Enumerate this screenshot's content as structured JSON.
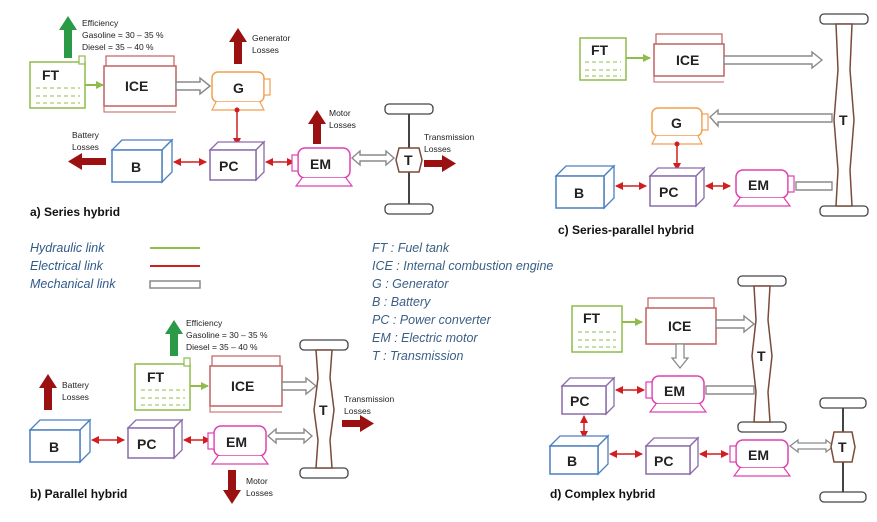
{
  "colors": {
    "hydraulic": "#8fbc4a",
    "electrical": "#d11f1f",
    "mechanical": "#8a8a8a",
    "arrow_up": "#2a9a46",
    "arrow_loss": "#9b1010",
    "ice": "#c06060",
    "generator": "#f0a050",
    "battery": "#4a7fc0",
    "pc": "#8a6aaa",
    "em": "#e040b0",
    "ft": "#8fbc4a",
    "trans": "#7a4a3a"
  },
  "blocks": {
    "ft": "FT",
    "ice": "ICE",
    "g": "G",
    "b": "B",
    "pc": "PC",
    "em": "EM",
    "t": "T"
  },
  "series": {
    "efficiency_title": "Efficiency",
    "efficiency_gasoline": "Gasoline = 30 – 35 %",
    "efficiency_diesel": "Diesel = 35 – 40 %",
    "generator_losses_1": "Generator",
    "generator_losses_2": "Losses",
    "battery_losses_1": "Battery",
    "battery_losses_2": "Losses",
    "motor_losses_1": "Motor",
    "motor_losses_2": "Losses",
    "transmission_losses_1": "Transmission",
    "transmission_losses_2": "Losses",
    "caption": "a) Series hybrid"
  },
  "parallel": {
    "efficiency_title": "Efficiency",
    "efficiency_gasoline": "Gasoline = 30 – 35 %",
    "efficiency_diesel": "Diesel = 35 – 40 %",
    "battery_losses_1": "Battery",
    "battery_losses_2": "Losses",
    "motor_losses_1": "Motor",
    "motor_losses_2": "Losses",
    "transmission_losses_1": "Transmission",
    "transmission_losses_2": "Losses",
    "caption": "b) Parallel hybrid"
  },
  "series_parallel": {
    "caption": "c) Series-parallel hybrid"
  },
  "complex": {
    "caption": "d) Complex hybrid"
  },
  "legend": {
    "hydraulic": "Hydraulic link",
    "electrical": "Electrical link",
    "mechanical": "Mechanical link"
  },
  "abbreviations": [
    "FT : Fuel tank",
    "ICE : Internal combustion engine",
    "G : Generator",
    "B : Battery",
    "PC : Power converter",
    "EM : Electric motor",
    "T : Transmission"
  ]
}
